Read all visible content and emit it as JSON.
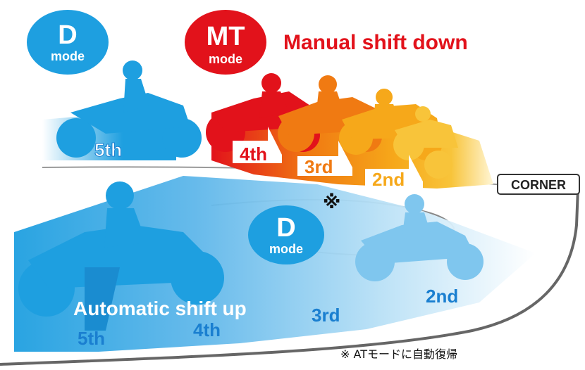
{
  "badges": {
    "d_top": {
      "big": "D",
      "small": "mode"
    },
    "mt": {
      "big": "MT",
      "small": "mode"
    },
    "d_mid": {
      "big": "D",
      "small": "mode"
    }
  },
  "titles": {
    "manual": "Manual shift down",
    "automatic": "Automatic shift up"
  },
  "corner_label": "CORNER",
  "note_mark": "※",
  "footnote": "※ ATモードに自動復帰",
  "gears_top": {
    "d_mode": "5th",
    "mt": [
      "4th",
      "3rd",
      "2nd"
    ]
  },
  "gears_bottom": [
    "5th",
    "4th",
    "3rd",
    "2nd"
  ],
  "colors": {
    "d_mode_blue": "#1e9fe0",
    "mt_red": "#e2121b",
    "orange": "#f07a12",
    "amber": "#f6a81a",
    "yellow": "#f8c43a",
    "light_blue": "#7fc6ee",
    "title_red": "#e2121b",
    "gear_blue": "#1a7fd0"
  }
}
